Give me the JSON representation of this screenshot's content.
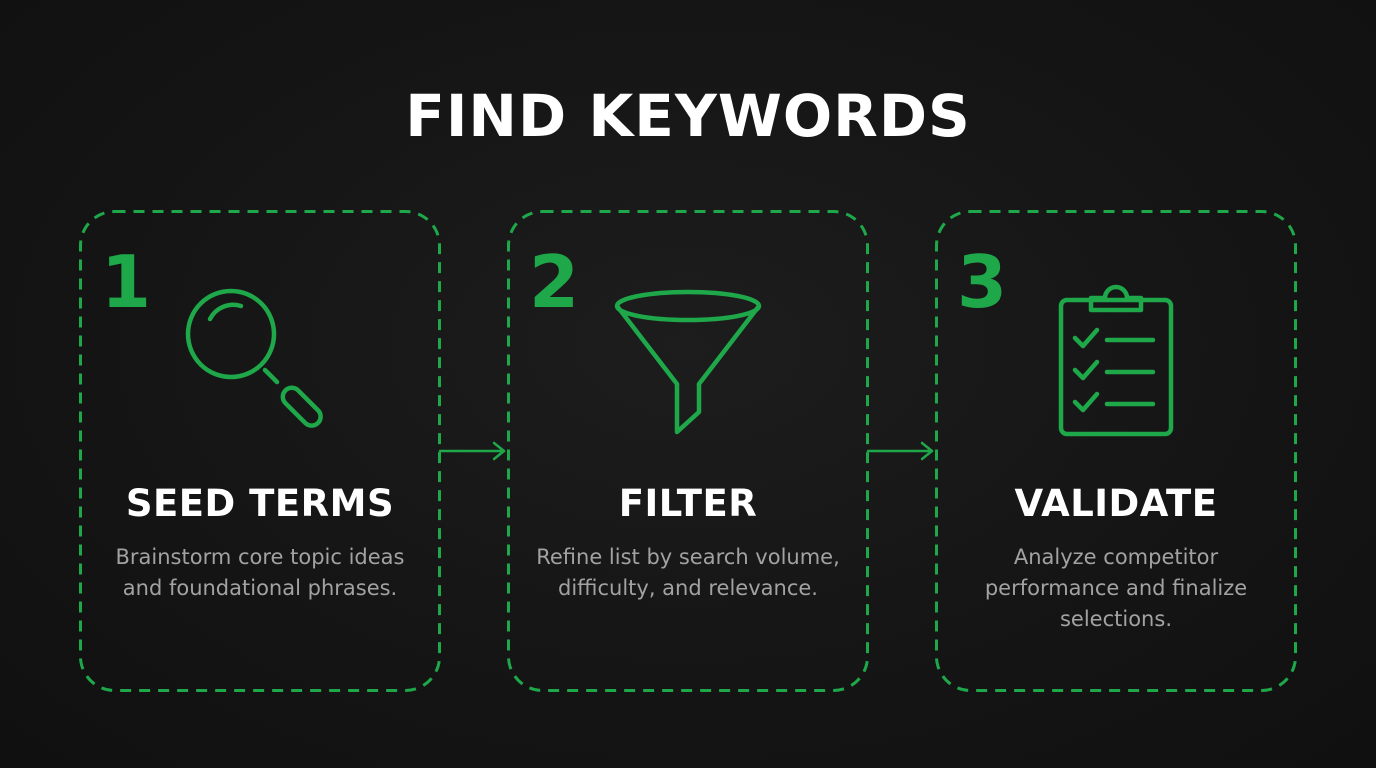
{
  "title": "FIND KEYWORDS",
  "accent_color": "#1ea84a",
  "steps": [
    {
      "number": "1",
      "title": "SEED TERMS",
      "description": "Brainstorm core topic ideas and foundational phrases.",
      "icon": "magnifying-glass-icon"
    },
    {
      "number": "2",
      "title": "FILTER",
      "description": "Refine list by search volume, difficulty, and relevance.",
      "icon": "funnel-icon"
    },
    {
      "number": "3",
      "title": "VALIDATE",
      "description": "Analyze competitor performance and finalize selections.",
      "icon": "clipboard-checklist-icon"
    }
  ]
}
